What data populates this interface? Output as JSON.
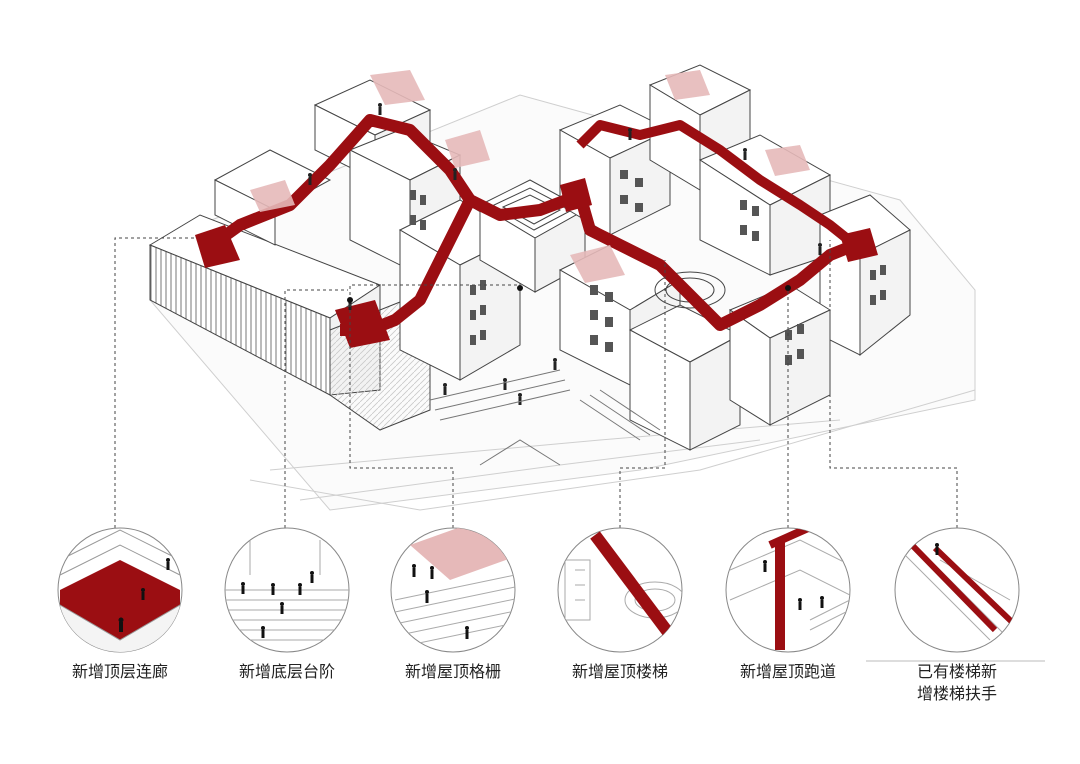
{
  "labels": [
    {
      "lines": [
        "新增顶层连廊"
      ]
    },
    {
      "lines": [
        "新增底层台阶"
      ]
    },
    {
      "lines": [
        "新增屋顶格栅"
      ]
    },
    {
      "lines": [
        "新增屋顶楼梯"
      ]
    },
    {
      "lines": [
        "新增屋顶跑道"
      ]
    },
    {
      "lines": [
        "已有楼梯新",
        "增楼梯扶手"
      ]
    }
  ],
  "colors": {
    "accent": "#9b0e12",
    "accent_light": "#e6b9b9",
    "line": "#444444",
    "light_line": "#bbbbbb"
  }
}
